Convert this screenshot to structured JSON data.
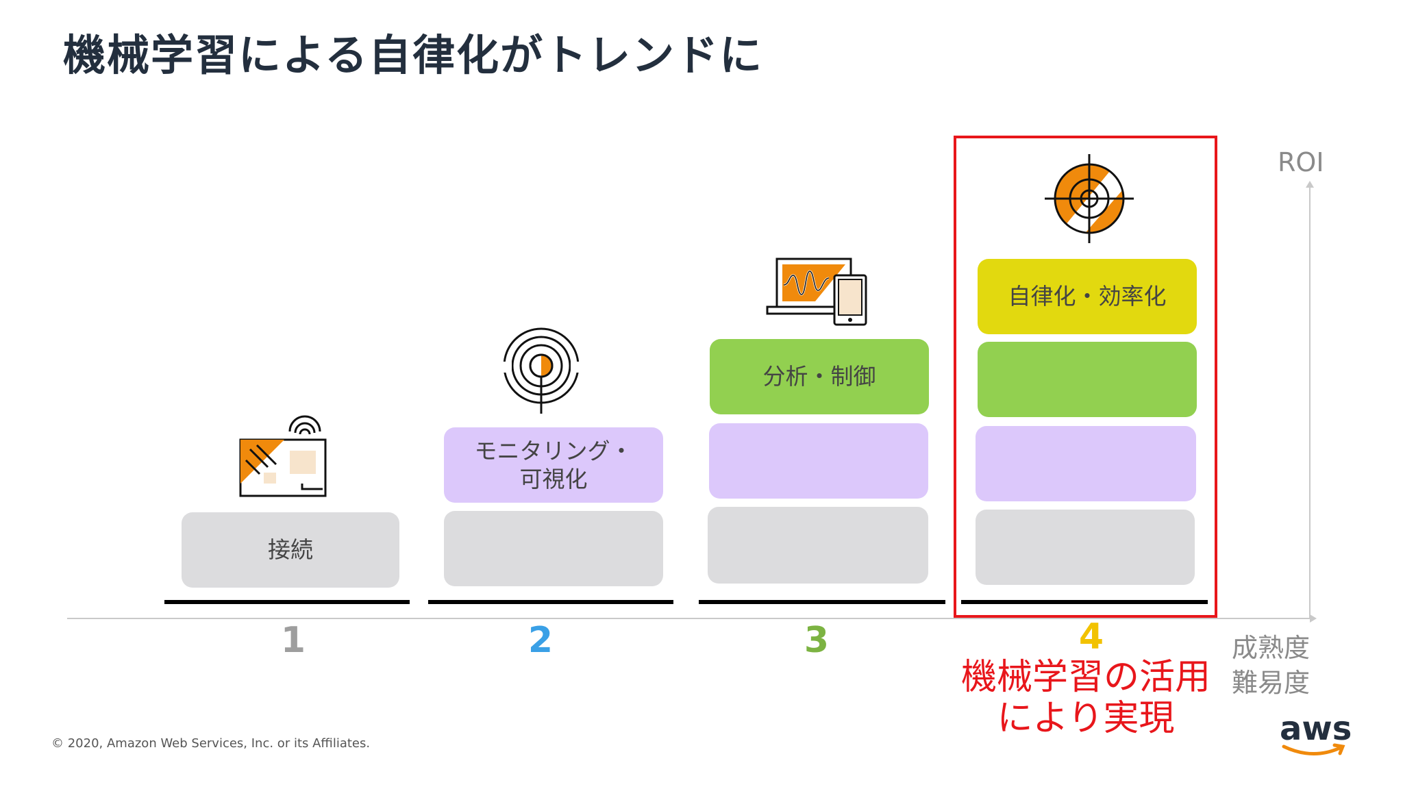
{
  "slide": {
    "title": "機械学習による自律化がトレンドに",
    "footer": "© 2020, Amazon Web Services, Inc. or its Affiliates.",
    "logo_text": "aws"
  },
  "axes": {
    "y_label": "ROI",
    "x_label_1": "成熟度",
    "x_label_2": "難易度"
  },
  "stages": [
    {
      "number": "1",
      "color": "#9e9e9e",
      "block_label": "接続",
      "icon": "iot-board-icon"
    },
    {
      "number": "2",
      "color": "#3aa0e6",
      "block_label_line1": "モニタリング・",
      "block_label_line2": "可視化",
      "icon": "signal-sensor-icon"
    },
    {
      "number": "3",
      "color": "#7cb342",
      "block_label": "分析・制御",
      "icon": "laptop-tablet-icon"
    },
    {
      "number": "4",
      "color": "#f2c200",
      "block_label": "自律化・効率化",
      "icon": "target-icon"
    }
  ],
  "callout": {
    "line1": "機械学習の活用",
    "line2": "により実現"
  },
  "colors": {
    "gray": "#dcdcde",
    "purple": "#dcc8fb",
    "green": "#92d050",
    "yellow": "#e2d90f",
    "highlight": "#e8161b",
    "orange": "#f08a0c"
  }
}
